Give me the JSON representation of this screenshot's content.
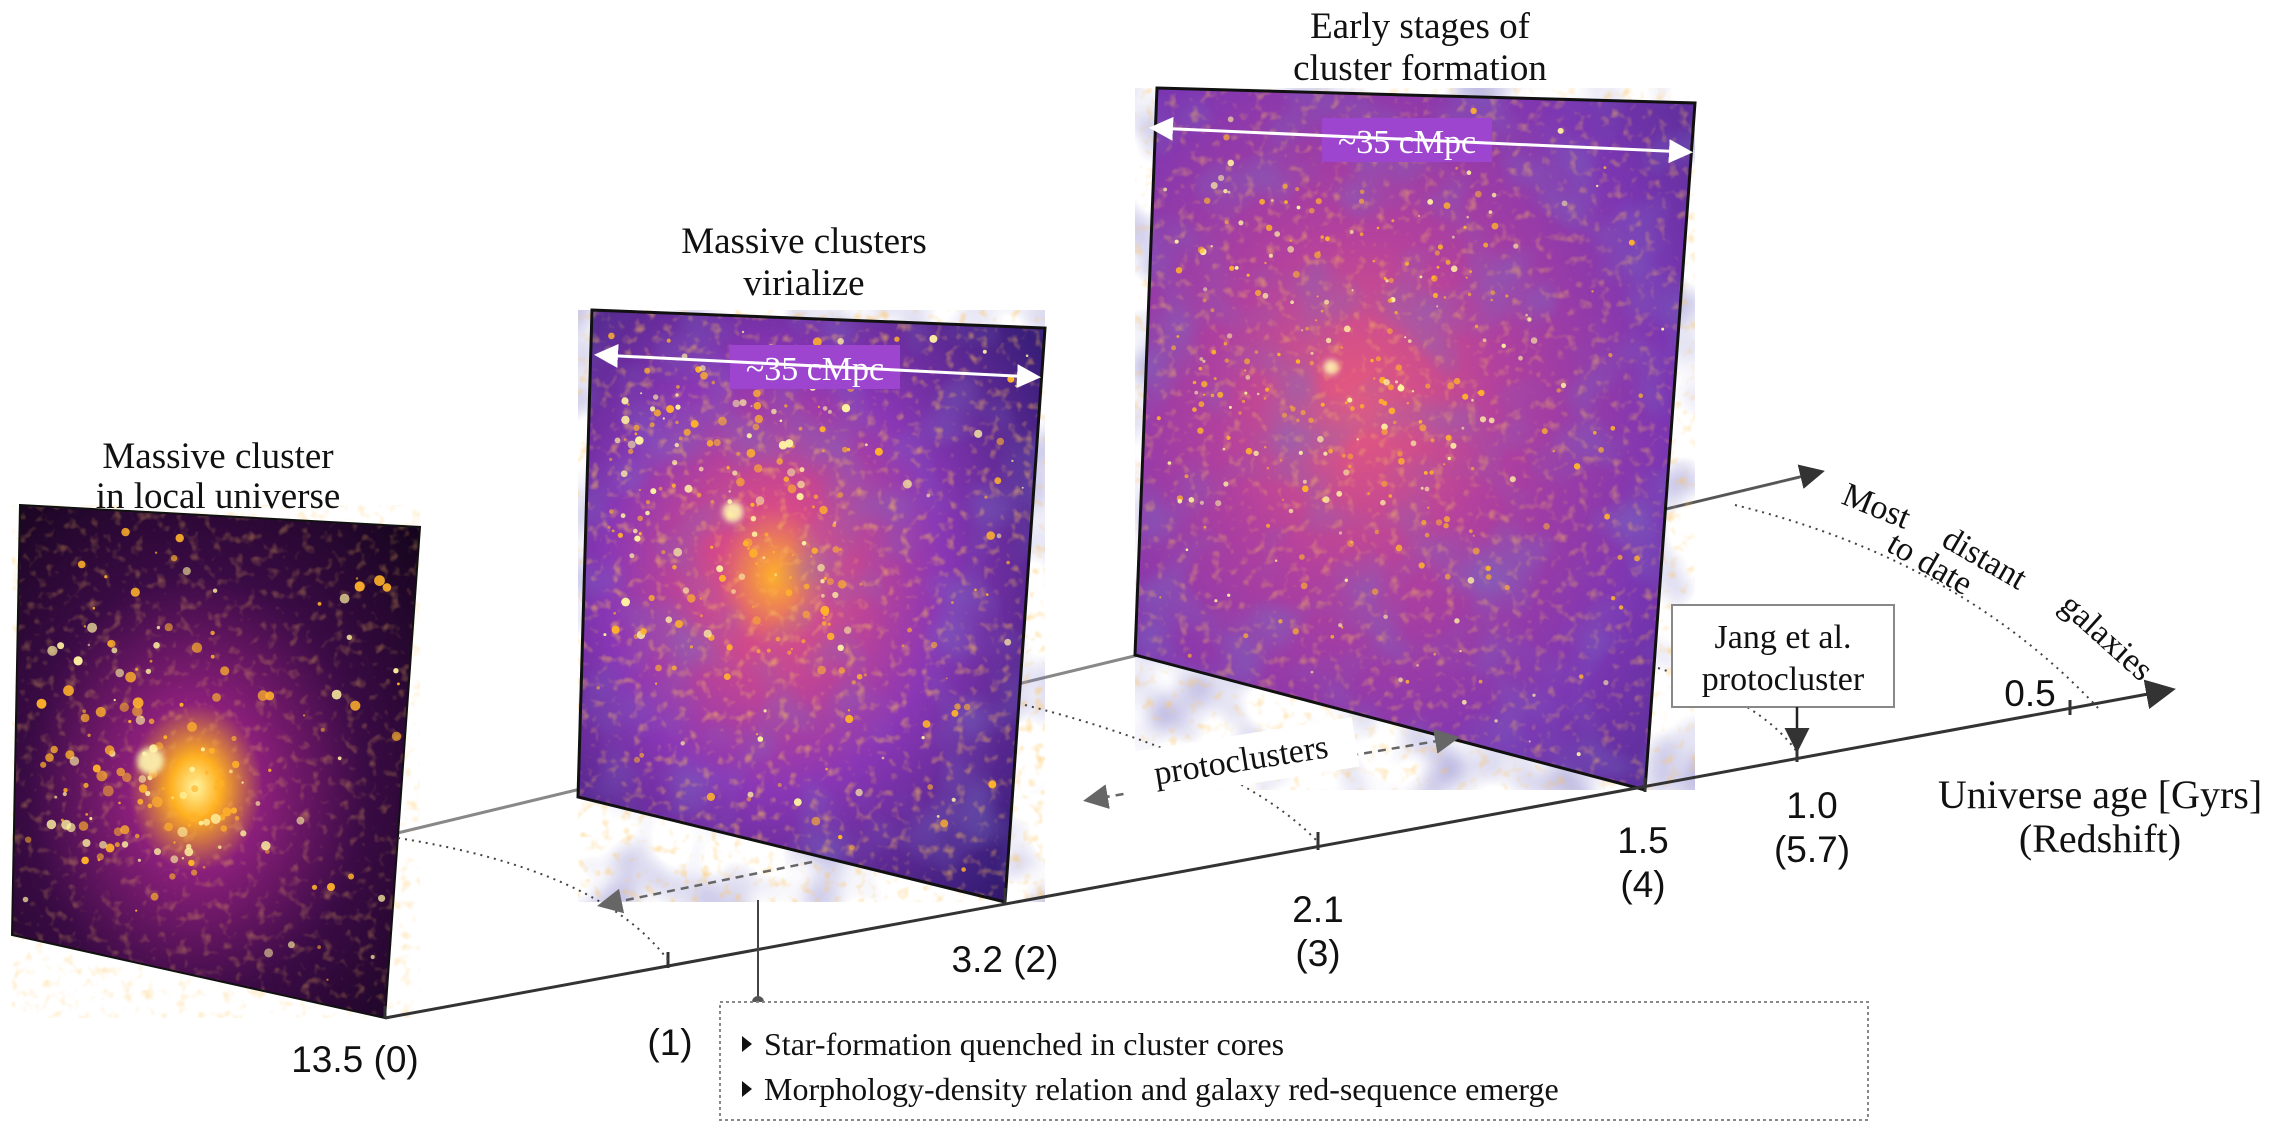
{
  "colors": {
    "panel_dark": "#1b0726",
    "panel_purple": "#6a2aa8",
    "filament_orange": "#ff8a00",
    "knot_yellow": "#ffe34a",
    "scale_badge": "#9e45cf",
    "axis": "#333333"
  },
  "panels": [
    {
      "id": "local",
      "title": [
        "Massive cluster",
        "in local universe"
      ],
      "scale": ""
    },
    {
      "id": "virialize",
      "title": [
        "Massive clusters",
        "virialize"
      ],
      "scale": "~35 cMpc"
    },
    {
      "id": "early",
      "title": [
        "Early stages of",
        "cluster formation"
      ],
      "scale": "~35 cMpc"
    }
  ],
  "axis": {
    "label": [
      "Universe age [Gyrs]",
      "(Redshift)"
    ],
    "ticks": [
      {
        "age": "13.5",
        "z": "(0)"
      },
      {
        "age": "",
        "z": "(1)"
      },
      {
        "age": "3.2",
        "z": "(2)"
      },
      {
        "age": "2.1",
        "z": "(3)"
      },
      {
        "age": "1.5",
        "z": "(4)"
      },
      {
        "age": "1.0",
        "z": "(5.7)"
      },
      {
        "age": "0.5",
        "z": ""
      }
    ]
  },
  "annotations": {
    "protoclusters": "protoclusters",
    "jang": [
      "Jang et al.",
      "protocluster"
    ],
    "distant": [
      "Most",
      "distant",
      "galaxies",
      "to date"
    ]
  },
  "bullets": [
    "Star-formation quenched in cluster cores",
    "Morphology-density relation and galaxy red-sequence emerge"
  ]
}
